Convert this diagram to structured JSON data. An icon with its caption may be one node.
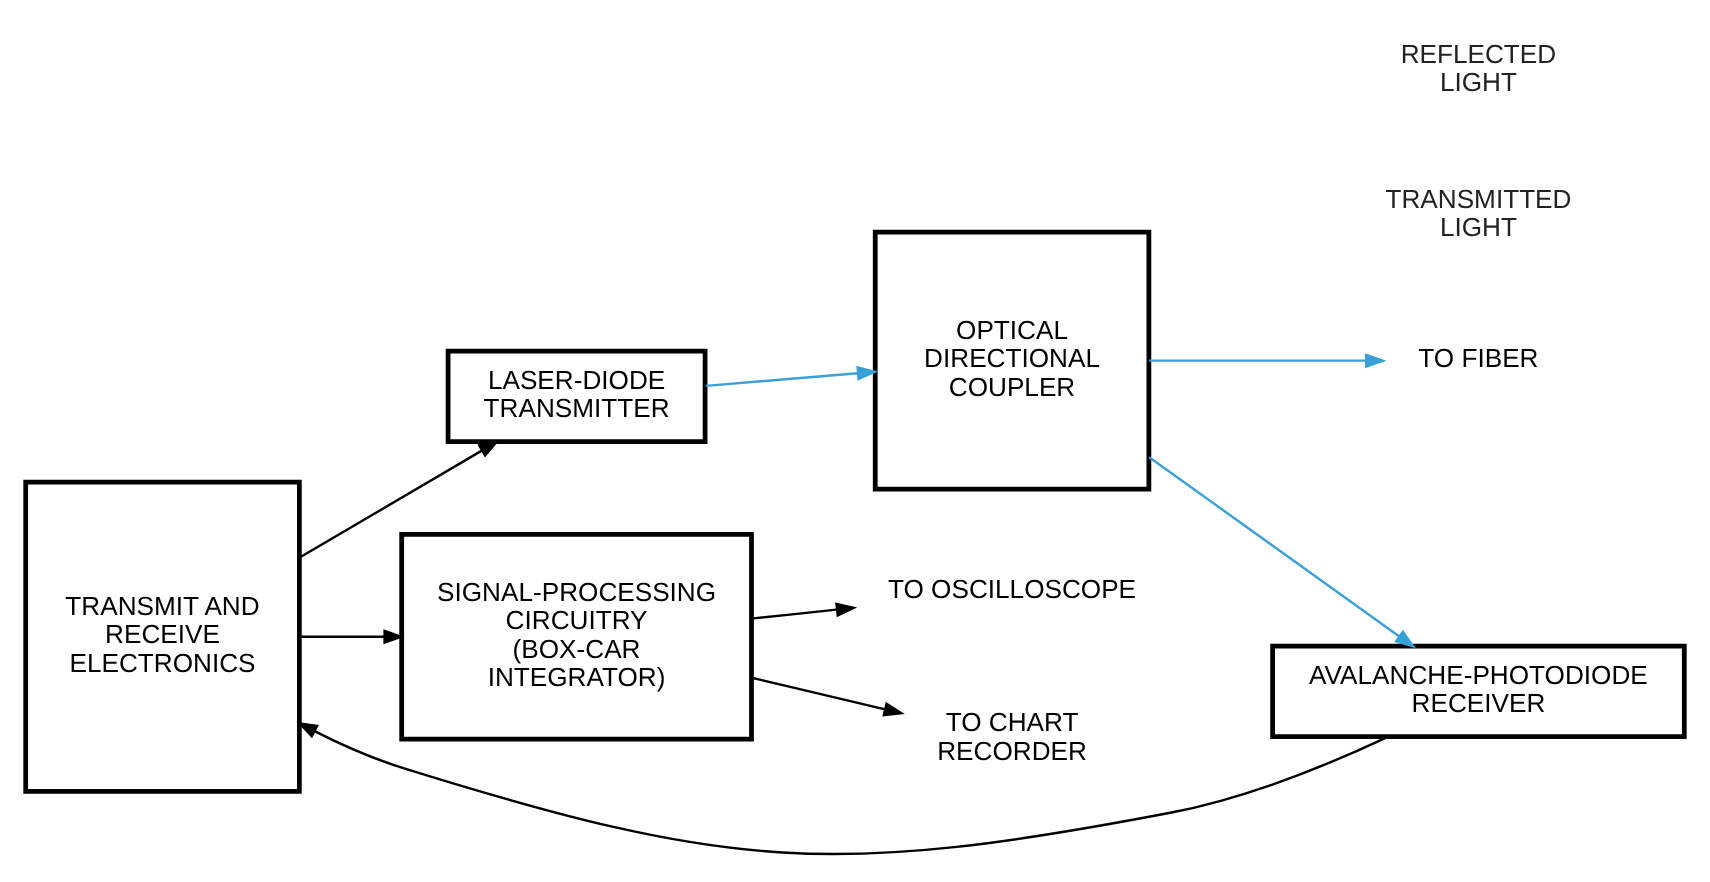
{
  "diagram": {
    "nodes": [
      {
        "text": [
          "TRANSMIT AND RECEIVE ELECTRONICS"
        ]
      },
      {
        "text": [
          "LASER-DIODE TRANSMITTER"
        ]
      },
      {
        "text": [
          "AVALANCHE-PHOTODIODE RECEIVER"
        ]
      },
      {
        "text": [
          "OPTICAL DIRECTIONAL COUPLER"
        ]
      },
      {
        "text": [
          "SIGNAL-PROCESSING CIRCUITRY (BOX-CAR INTEGRATOR)"
        ]
      },
      {
        "text": [
          "TO FIBER"
        ]
      },
      {
        "text": [
          "TO OSCILLOSCOPE"
        ]
      },
      {
        "text": [
          "TO CHART RECORDER"
        ]
      }
    ],
    "edges": [
      {
        "from": 0,
        "to": 1,
        "arrow": "to"
      },
      {
        "from": 1,
        "to": 3,
        "arrow": "to",
        "color": "#3aa0d8"
      },
      {
        "from": 3,
        "to": 2,
        "arrow": "to",
        "color": "#3aa0d8"
      },
      {
        "from": 2,
        "to": 0,
        "arrow": "to"
      },
      {
        "from": 3,
        "to": 5,
        "arrow": "to",
        "color": "#3aa0d8"
      },
      {
        "from": 0,
        "to": 4,
        "arrow": "to"
      },
      {
        "from": 4,
        "to": 6,
        "arrow": "to"
      },
      {
        "from": 4,
        "to": 7,
        "arrow": "to"
      }
    ],
    "labels": [
      "TRANSMITTED LIGHT",
      "REFLECTED LIGHT"
    ]
  }
}
